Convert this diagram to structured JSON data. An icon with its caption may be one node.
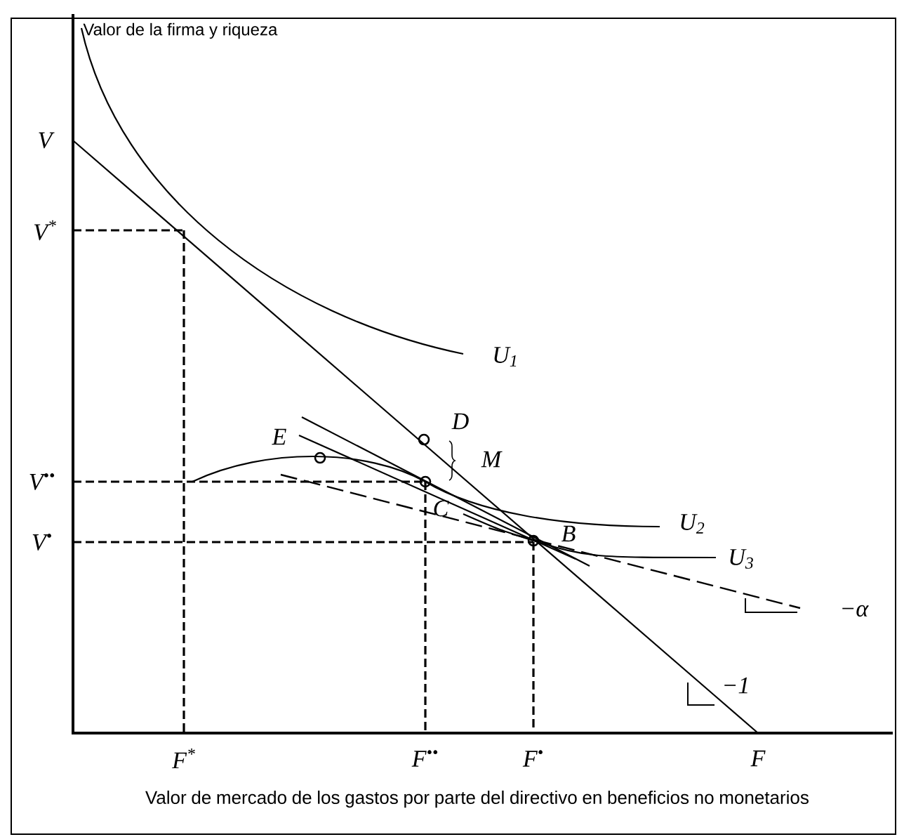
{
  "diagram": {
    "labels": [
      "Valor de la firma y riqueza",
      "V",
      "V$^{*}$",
      "U$_{1}$",
      "D",
      "E",
      "M",
      "V$^{••}$",
      "C",
      "B",
      "U$_{2}$",
      "V$^{•}$",
      "U$_{3}$",
      "−α",
      "−1",
      "F$^{*}$",
      "F$^{••}$",
      "F$^{•}$",
      "F",
      "Valor de mercado de los gastos por parte del directivo en beneficios no monetarios"
    ]
  }
}
